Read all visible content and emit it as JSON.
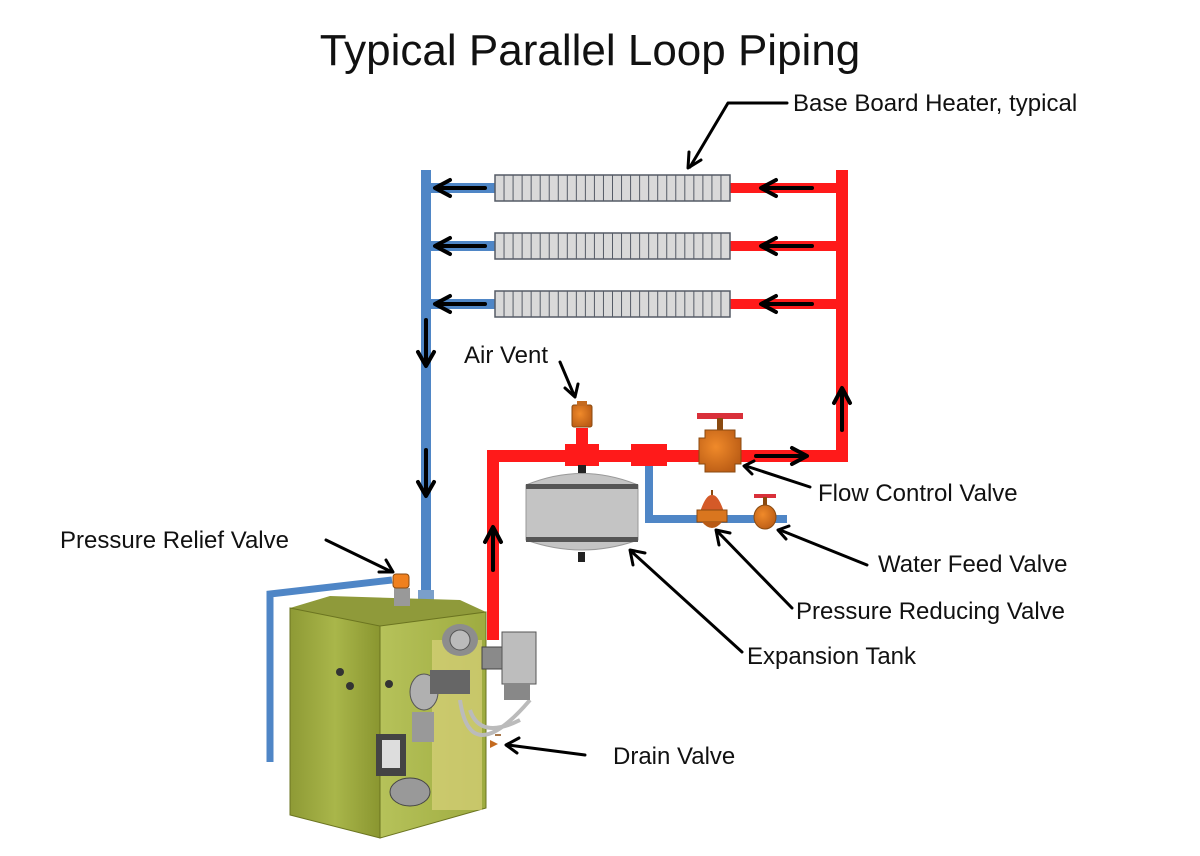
{
  "title": "Typical Parallel Loop Piping",
  "colors": {
    "supply_pipe": "#ff1a1a",
    "return_pipe": "#4f86c6",
    "arrow": "#000000",
    "heater_fill": "#d9d9d9",
    "heater_outline": "#555b66",
    "valve_body": "#d9761f",
    "valve_handle": "#d9303a",
    "tank": "#c4c4c4",
    "boiler": "#a6b548"
  },
  "heaters": [
    {
      "name": "baseboard-heater-1",
      "fins": 26
    },
    {
      "name": "baseboard-heater-2",
      "fins": 26
    },
    {
      "name": "baseboard-heater-3",
      "fins": 26
    }
  ],
  "labels": {
    "baseboard_heater": "Base Board Heater, typical",
    "air_vent": "Air Vent",
    "flow_control_valve": "Flow Control Valve",
    "water_feed_valve": "Water Feed Valve",
    "pressure_reducing_valve": "Pressure Reducing Valve",
    "expansion_tank": "Expansion Tank",
    "pressure_relief_valve": "Pressure Relief Valve",
    "drain_valve": "Drain Valve"
  }
}
